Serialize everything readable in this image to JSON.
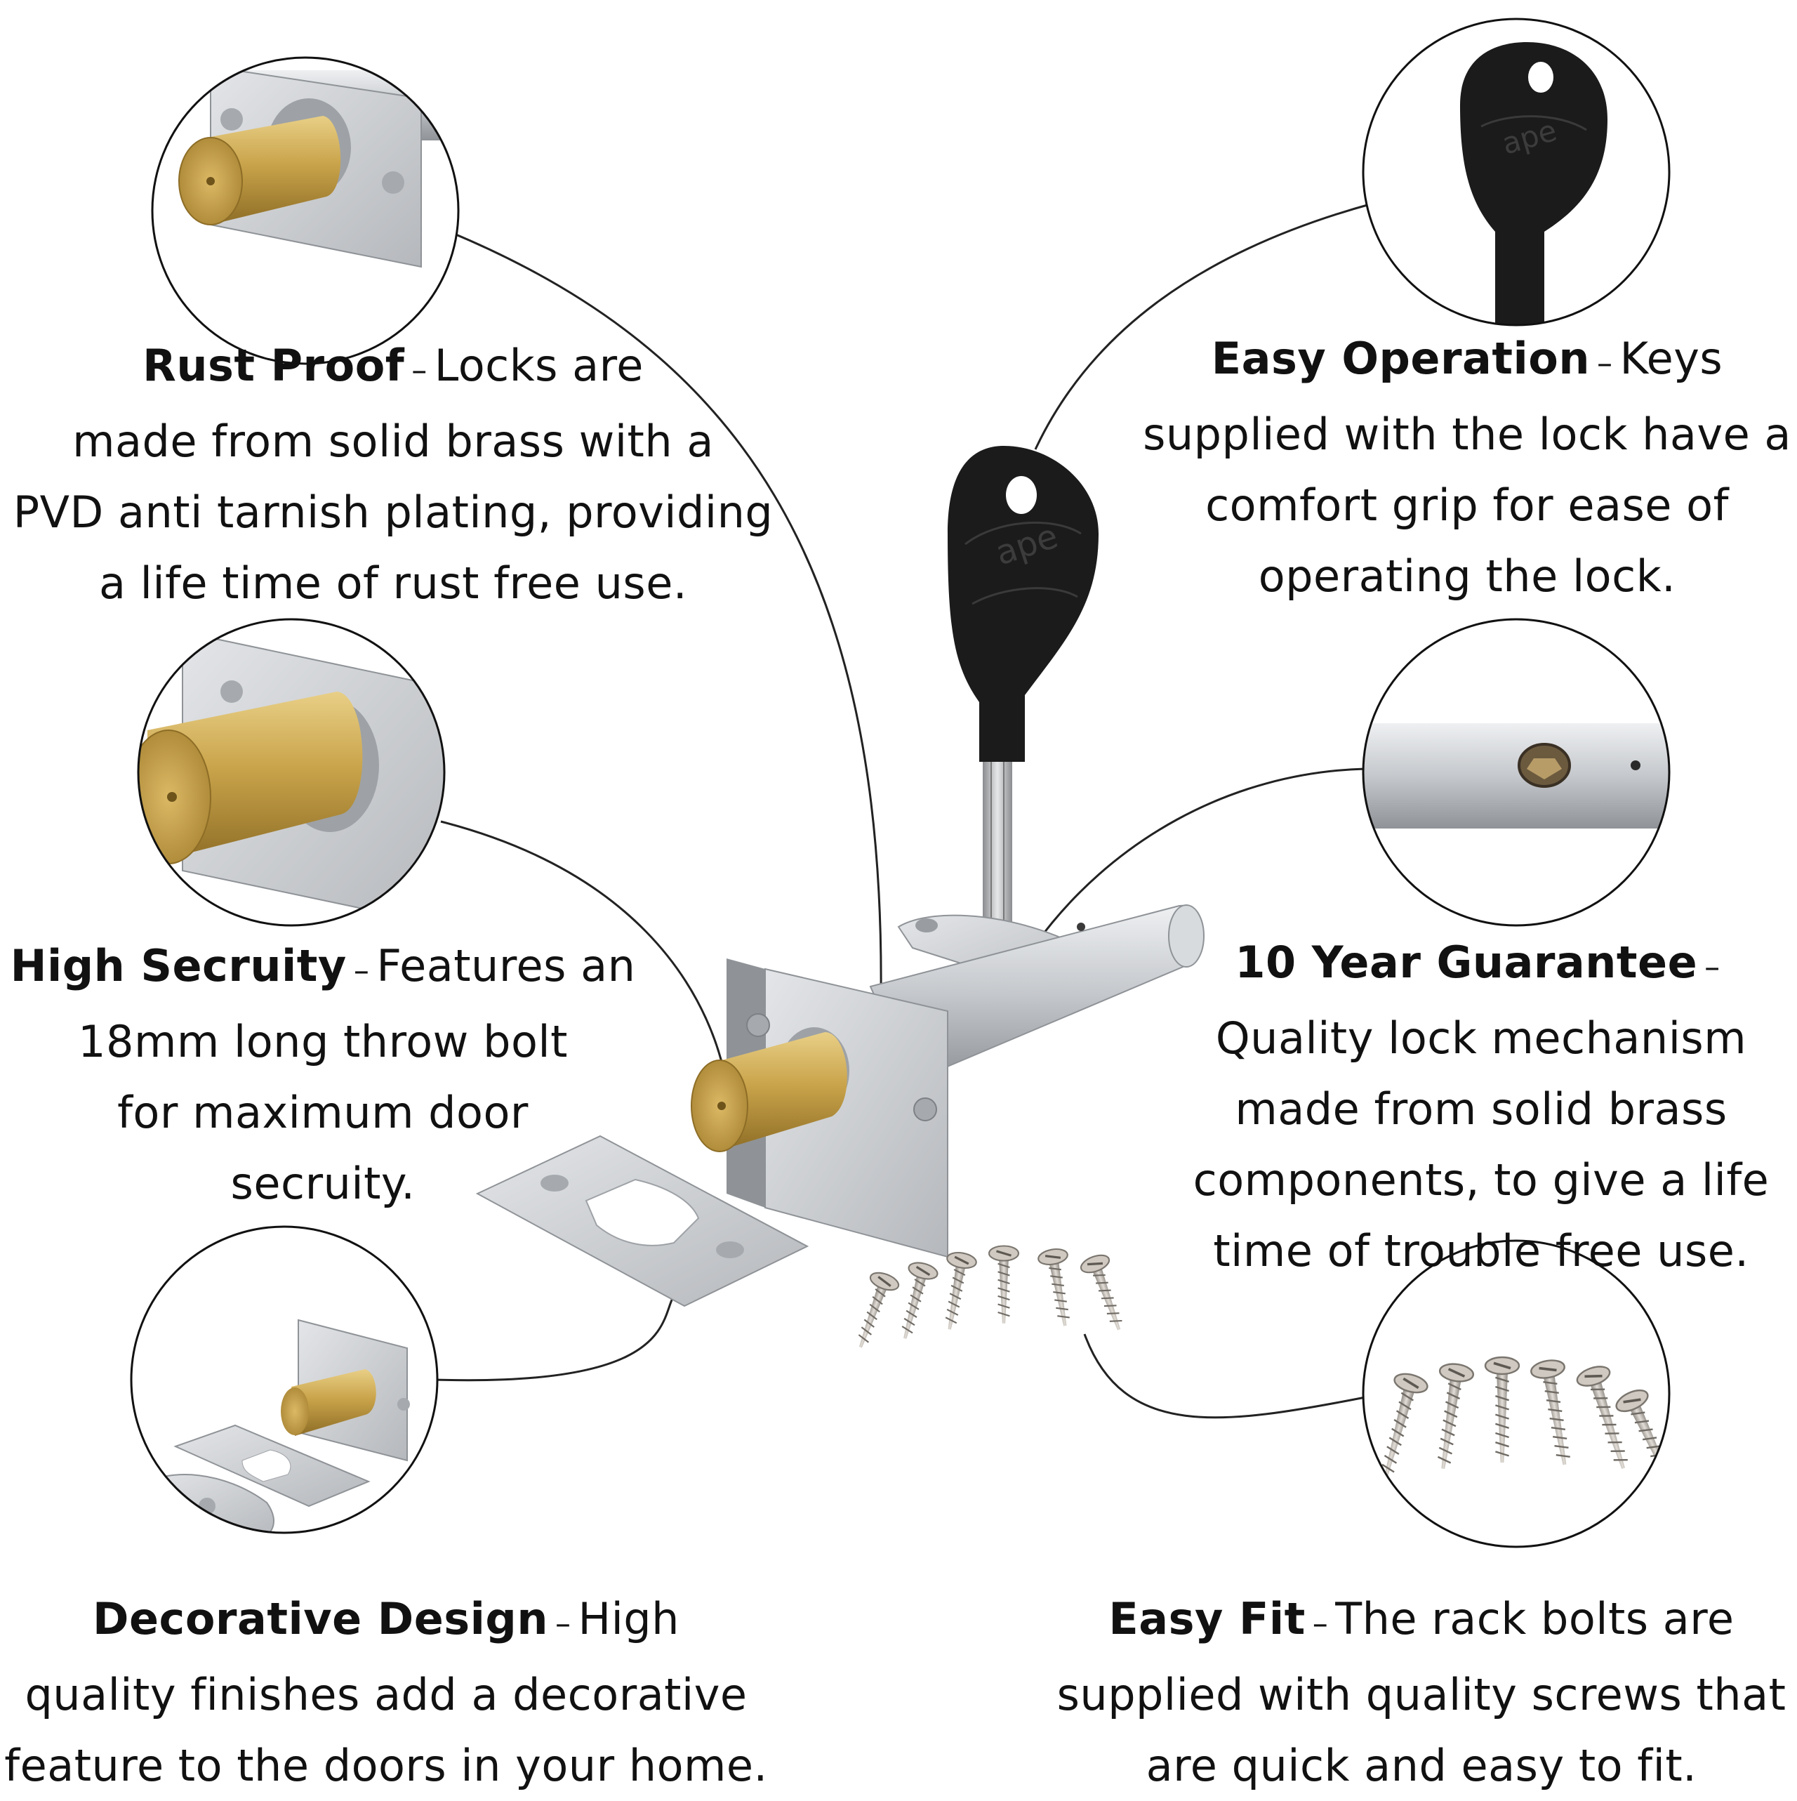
{
  "callouts": {
    "rust_proof": {
      "title": "Rust Proof",
      "dash": "–",
      "first_line": "Locks are",
      "lines": [
        "made from solid brass with a",
        "PVD anti tarnish plating, providing",
        "a life time of rust free use."
      ]
    },
    "high_security": {
      "title": "High Secruity",
      "dash": "–",
      "first_line": "Features an",
      "lines": [
        "18mm long throw bolt",
        "for maximum door",
        "secruity."
      ]
    },
    "decorative_design": {
      "title": "Decorative Design",
      "dash": "–",
      "first_line": "High",
      "lines": [
        "quality finishes add a decorative",
        "feature to the doors in your home."
      ]
    },
    "easy_operation": {
      "title": "Easy Operation",
      "dash": "–",
      "first_line": "Keys",
      "lines": [
        "supplied with the lock have a",
        "comfort grip for ease of",
        "operating the lock."
      ]
    },
    "guarantee": {
      "title": "10 Year Guarantee",
      "dash": "–",
      "first_line": "",
      "lines": [
        "Quality lock mechanism",
        "made from solid brass",
        "components, to give a life",
        "time of trouble free use."
      ]
    },
    "easy_fit": {
      "title": "Easy Fit",
      "dash": "–",
      "first_line": "The rack bolts are",
      "lines": [
        "supplied with quality screws that",
        "are quick and easy to fit."
      ]
    }
  },
  "key_logo_text": "ape",
  "colors": {
    "brass": "#c9a34a",
    "satin_chrome": "#c8cbcf",
    "key_black": "#1b1b1b",
    "screw_nickel": "#b8b2aa"
  }
}
